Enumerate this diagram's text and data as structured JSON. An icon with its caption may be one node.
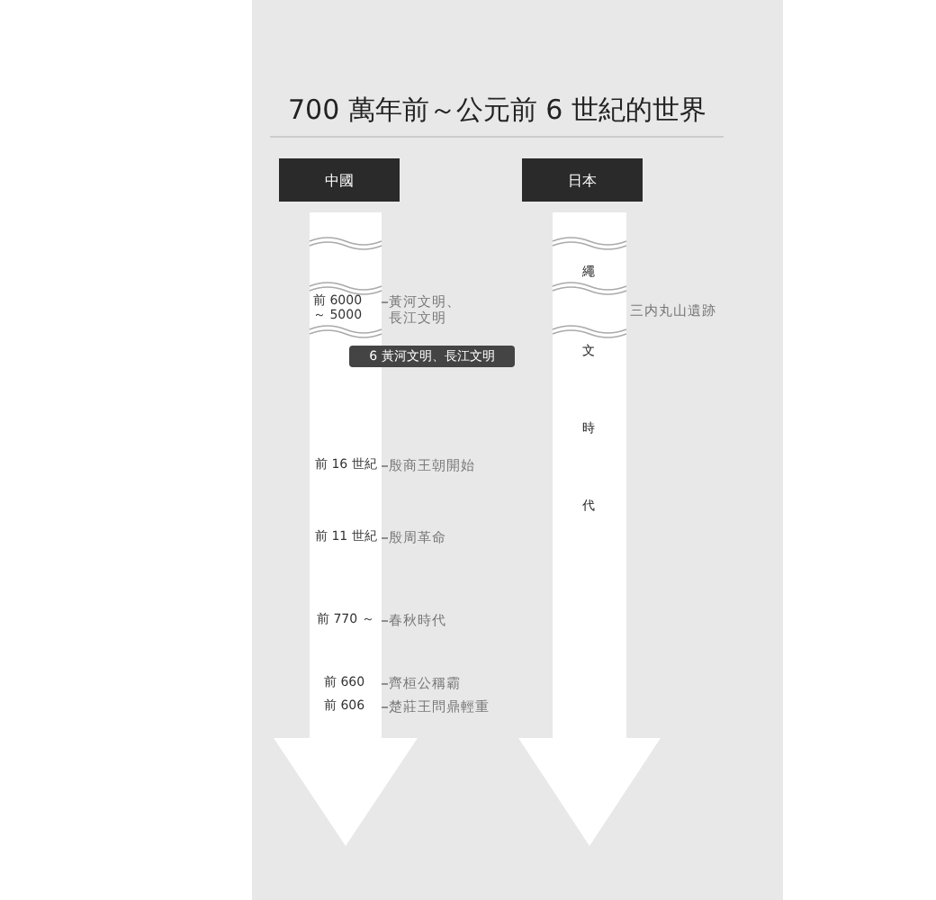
{
  "diagram": {
    "title": "700 萬年前～公元前 6 世紀的世界",
    "nodes": [
      {
        "text": [
          "中國"
        ]
      },
      {
        "text": [
          "日本"
        ]
      },
      {
        "text": [
          "6 黃河文明、長江文明"
        ]
      }
    ],
    "edges": [],
    "labels": [
      "繩文時代",
      "前 6000 ～ 5000",
      "黃河文明、長江文明",
      "三内丸山遺跡",
      "前 16 世紀",
      "殷商王朝開始",
      "前 11 世紀",
      "殷周革命",
      "前 770 ～",
      "春秋時代",
      "前 660",
      "齊桓公稱霸",
      "前 606",
      "楚莊王問鼎輕重"
    ]
  }
}
